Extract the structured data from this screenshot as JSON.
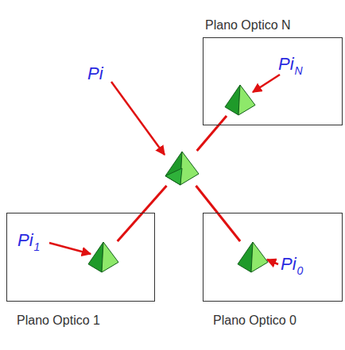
{
  "diagram": {
    "nodes": [
      {
        "text": [
          "Plano Optico N"
        ]
      },
      {
        "text": [
          "Pi",
          "N"
        ],
        "in": 0
      },
      {
        "text": [
          "Pi"
        ]
      },
      {
        "text": [
          "Plano Optico 1"
        ]
      },
      {
        "text": [
          "Pi",
          "1"
        ],
        "in": 3
      },
      {
        "text": [
          "Plano Optico 0"
        ]
      },
      {
        "text": [
          "Pi",
          "0"
        ],
        "in": 5
      }
    ],
    "edges": [
      {
        "from": 2,
        "to": 1,
        "arrow": "none"
      },
      {
        "from": 2,
        "to": 4,
        "arrow": "none"
      },
      {
        "from": 2,
        "to": 6,
        "arrow": "none"
      }
    ]
  }
}
